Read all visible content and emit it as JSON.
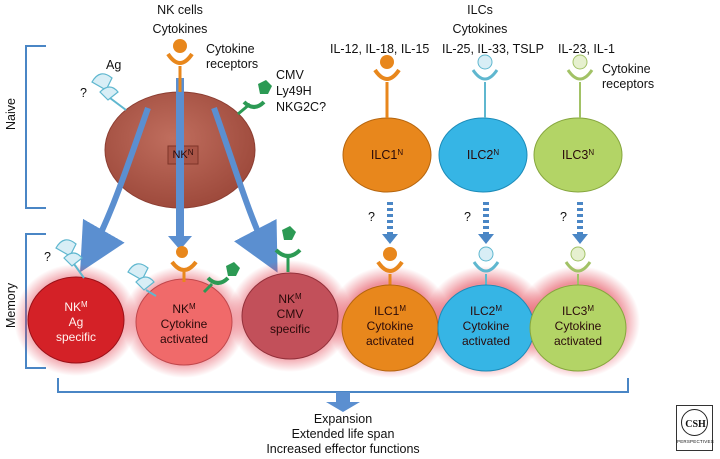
{
  "section_labels": {
    "naive": "Naive",
    "memory": "Memory"
  },
  "nk": {
    "header_line1": "NK cells",
    "header_line2": "Cytokines",
    "cytokine_receptors": "Cytokine\nreceptors",
    "ag": "Ag",
    "question": "?",
    "cmv_receptors": [
      "CMV",
      "Ly49H",
      "NKG2C?"
    ],
    "naive_cell": {
      "name": "NK",
      "sup": "N"
    },
    "memory_cells": [
      {
        "name": "NK",
        "sup": "M",
        "desc": [
          "Ag",
          "specific"
        ],
        "color": "#d42127"
      },
      {
        "name": "NK",
        "sup": "M",
        "desc": [
          "Cytokine",
          "activated"
        ],
        "color": "#f06a6a"
      },
      {
        "name": "NK",
        "sup": "M",
        "desc": [
          "CMV",
          "specific"
        ],
        "color": "#c2505a"
      }
    ]
  },
  "ilc": {
    "header_line1": "ILCs",
    "header_line2": "Cytokines",
    "cytokines": [
      "IL-12, IL-18, IL-15",
      "IL-25, IL-33, TSLP",
      "IL-23, IL-1"
    ],
    "cytokine_receptors": "Cytokine\nreceptors",
    "naive_cells": [
      {
        "name": "ILC1",
        "sup": "N",
        "color": "#e8871c"
      },
      {
        "name": "ILC2",
        "sup": "N",
        "color": "#36b5e5"
      },
      {
        "name": "ILC3",
        "sup": "N",
        "color": "#b3d466"
      }
    ],
    "memory_cells": [
      {
        "name": "ILC1",
        "sup": "M",
        "desc": [
          "Cytokine",
          "activated"
        ],
        "color": "#e8871c"
      },
      {
        "name": "ILC2",
        "sup": "M",
        "desc": [
          "Cytokine",
          "activated"
        ],
        "color": "#36b5e5"
      },
      {
        "name": "ILC3",
        "sup": "M",
        "desc": [
          "Cytokine",
          "activated"
        ],
        "color": "#b3d466"
      }
    ],
    "question": "?"
  },
  "outcome": [
    "Expansion",
    "Extended life span",
    "Increased effector functions"
  ],
  "logo": {
    "main": "CSH",
    "sub": "PERSPECTIVES"
  }
}
